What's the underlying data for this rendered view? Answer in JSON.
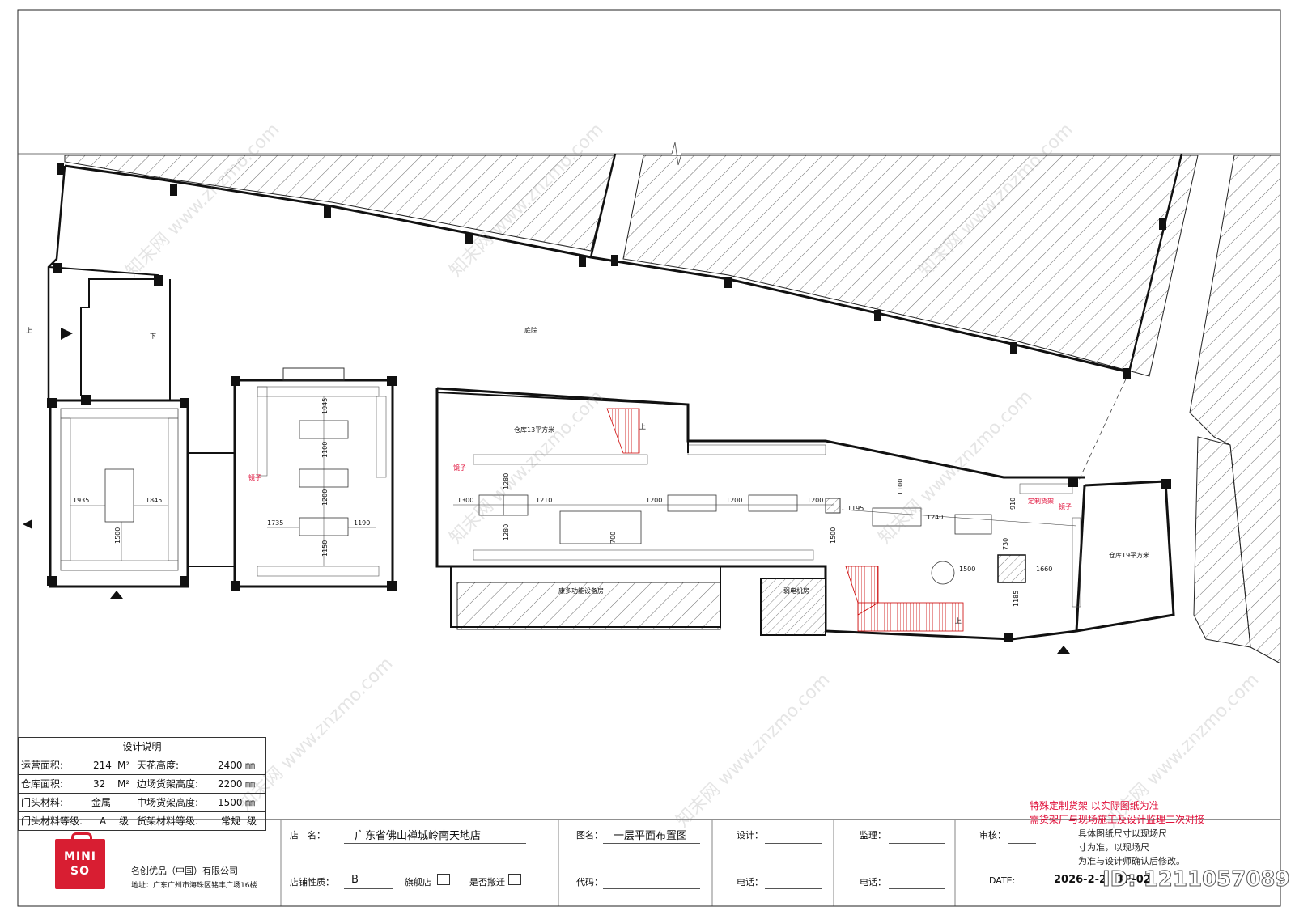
{
  "plan": {
    "rooms": {
      "courtyard": "庭院",
      "storage13": "仓库13平方米",
      "storage19": "仓库19平方米",
      "equipment_room": "康多功能设备房",
      "power_room": "弱电机房"
    },
    "labels": {
      "up": "上",
      "down": "下",
      "mirror": "镜子",
      "custom_shelf": "定制货架"
    },
    "dimensions": {
      "d1935": "1935",
      "d1845": "1845",
      "d1500a": "1500",
      "d1045": "1045",
      "d1100a": "1100",
      "d1200a": "1200",
      "d1150": "1150",
      "d1735": "1735",
      "d1190": "1190",
      "d1300": "1300",
      "d1280a": "1280",
      "d1210": "1210",
      "d1280b": "1280",
      "d700": "700",
      "d1200b": "1200",
      "d1200c": "1200",
      "d1200d": "1200",
      "d1500b": "1500",
      "d1195": "1195",
      "d1100b": "1100",
      "d1240": "1240",
      "d910": "910",
      "d730": "730",
      "d1500c": "1500",
      "d1660": "1660",
      "d1185": "1185"
    }
  },
  "spec": {
    "title": "设计说明",
    "rows": [
      {
        "a": "运营面积:",
        "b": "214",
        "c": "M²",
        "d": "天花高度:",
        "e": "2400",
        "f": "㎜"
      },
      {
        "a": "仓库面积:",
        "b": "32",
        "c": "M²",
        "d": "边场货架高度:",
        "e": "2200",
        "f": "㎜"
      },
      {
        "a": "门头材料:",
        "b": "金属",
        "c": "",
        "d": "中场货架高度:",
        "e": "1500",
        "f": "㎜"
      },
      {
        "a": "门头材料等级:",
        "b": "A",
        "c": "级",
        "d": "货架材料等级:",
        "e": "常规",
        "f": "级"
      }
    ]
  },
  "note": {
    "line1": "特殊定制货架 以实际图纸为准",
    "line2": "需货架厂与现场施工及设计监理二次对接",
    "line3": "具体图纸尺寸以现场尺",
    "line4": "寸为准，以现场尺",
    "line5": "为准与设计师确认后修改。"
  },
  "titleblock": {
    "logo_top": "MINI",
    "logo_bottom": "SO",
    "company": "名创优品（中国）有限公司",
    "address": "地址：广东广州市海珠区铭丰广场16楼",
    "store_label": "店　名：",
    "store_name": "广东省佛山禅城岭南天地店",
    "nature_label": "店铺性质：",
    "nature_value": "B",
    "flagship_label": "旗舰店",
    "relocate_label": "是否搬迁",
    "drawing_label": "图名：",
    "drawing_name": "一层平面布置图",
    "code_label": "代码：",
    "design_label": "设计：",
    "phone_label1": "电话：",
    "supervise_label": "监理：",
    "phone_label2": "电话：",
    "review_label": "审核：",
    "date_label": "DATE:",
    "date_value": "2026-2-2",
    "drawing_no": "1P-02",
    "id_text": "ID: 1211057089"
  },
  "watermark": "知末网 www.znzmo.com"
}
